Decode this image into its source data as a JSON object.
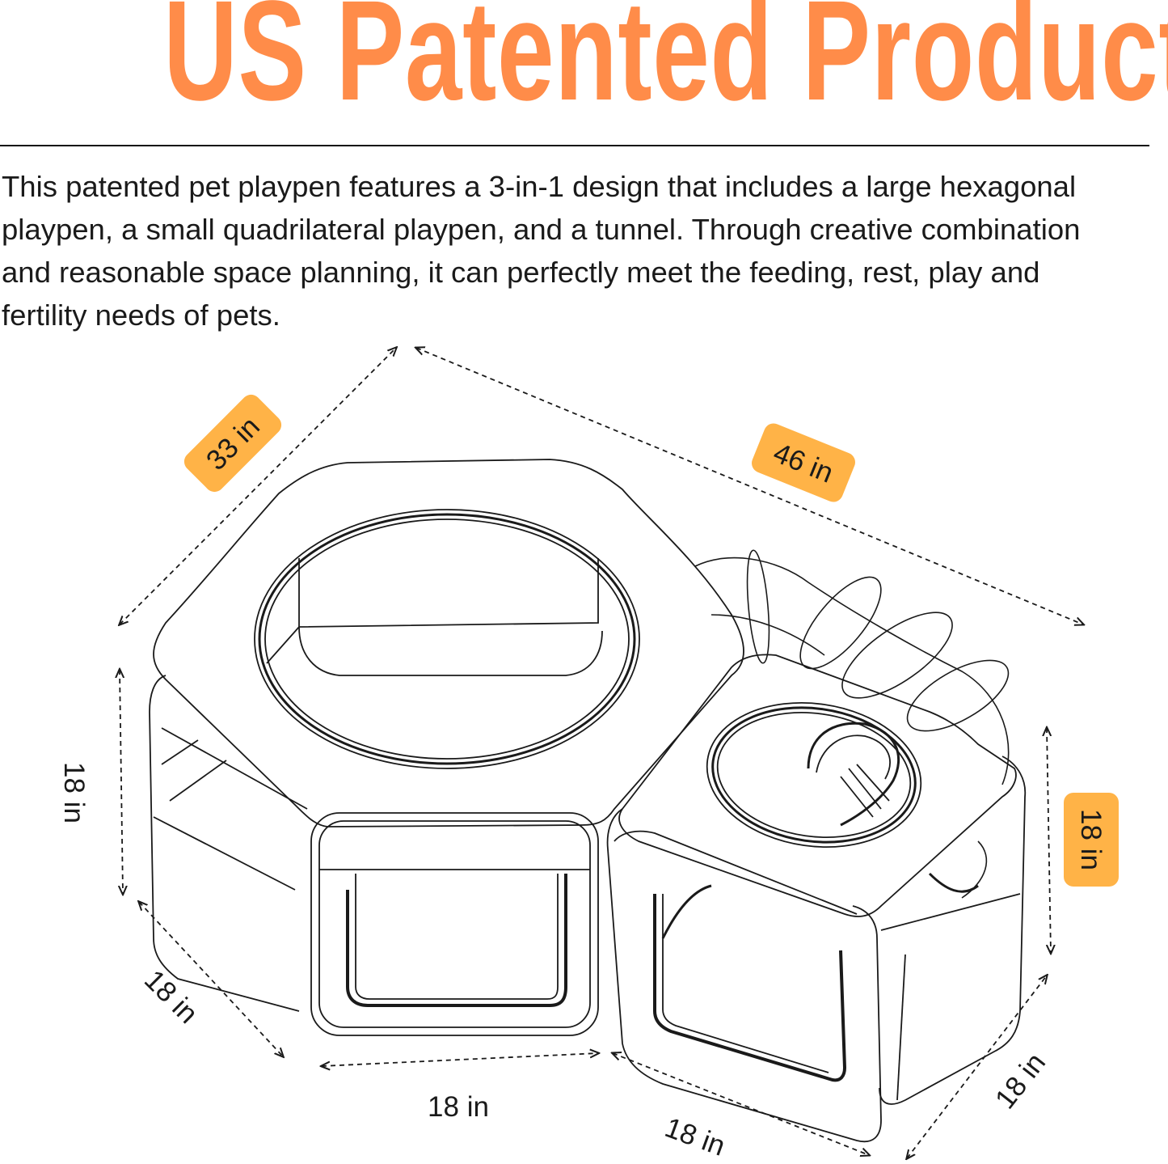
{
  "header": {
    "title": "US Patented Product"
  },
  "description": {
    "lines": [
      "This patented pet playpen features a 3-in-1 design that includes a large hexagonal",
      "playpen, a small quadrilateral playpen, and a tunnel. Through creative combination",
      "and reasonable space planning, it can perfectly meet the feeding, rest, play and",
      "fertility needs of pets."
    ]
  },
  "dimensions": {
    "large_width": "33 in",
    "overall_length": "46 in",
    "large_height": "18 in",
    "small_height": "18 in",
    "large_side_left": "18 in",
    "large_side_front": "18 in",
    "small_side_front": "18 in",
    "small_side_right": "18 in"
  },
  "colors": {
    "title": "#ff8c49",
    "badge": "#ffb347",
    "line": "#1a1a1a"
  }
}
